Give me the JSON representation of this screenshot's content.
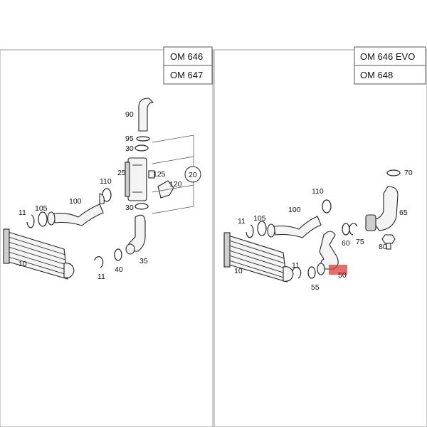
{
  "left_panel": {
    "engines": [
      "OM 646",
      "OM 647"
    ]
  },
  "right_panel": {
    "engines": [
      "OM 646 EVO",
      "OM 648"
    ]
  },
  "callouts": {
    "p90": "90",
    "p95": "95",
    "p30a": "30",
    "p25": "25",
    "p125": "125",
    "p20": "20",
    "p110": "110",
    "p120": "120",
    "p100": "100",
    "p105": "105",
    "p11": "11",
    "p30b": "30",
    "p10": "10",
    "p40": "40",
    "p35": "35",
    "p11b": "11",
    "r70": "70",
    "r110": "110",
    "r105": "105",
    "r65": "65",
    "r100": "100",
    "r11": "11",
    "r60": "60",
    "r75": "75",
    "r80": "80",
    "r10": "10",
    "r11b": "11",
    "r50": "50",
    "r55": "55"
  },
  "highlight": {
    "part": "50",
    "color": "#e03a3a"
  }
}
